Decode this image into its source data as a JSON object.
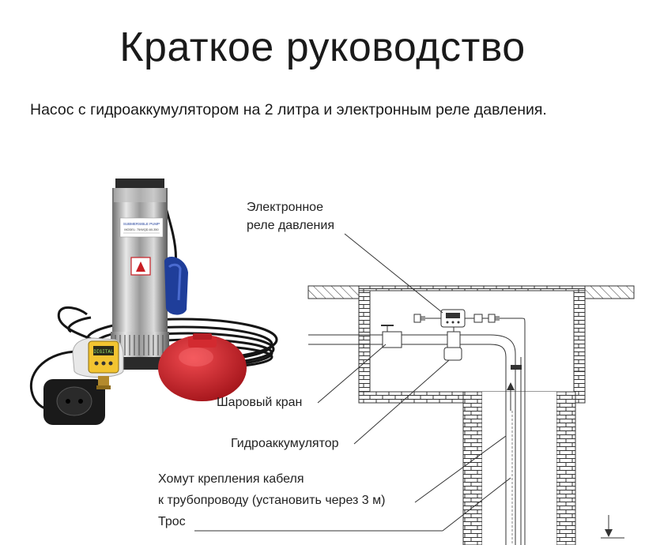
{
  "title": "Краткое руководство",
  "subtitle": "Насос с гидроаккумулятором на 2 литра и электронным реле давления.",
  "labels": {
    "relay_line1": "Электронное",
    "relay_line2": "реле давления",
    "ball_valve": "Шаровый кран",
    "accumulator": "Гидроаккумулятор",
    "clamp_line1": "Хомут крепления кабеля",
    "clamp_line2": "к трубопроводу (установить через 3 м)",
    "rope": "Трос"
  },
  "product_photo": {
    "pump_label_line1": "SUBMERSIBLE PUMP",
    "pump_label_line2": "MODEL: 75/WQD-60-350",
    "relay_brand": "DIGITAL"
  },
  "colors": {
    "accumulator_red": "#c81e24",
    "float_blue": "#1f3e9a",
    "relay_face": "#f2c431",
    "brick": "#333333"
  }
}
